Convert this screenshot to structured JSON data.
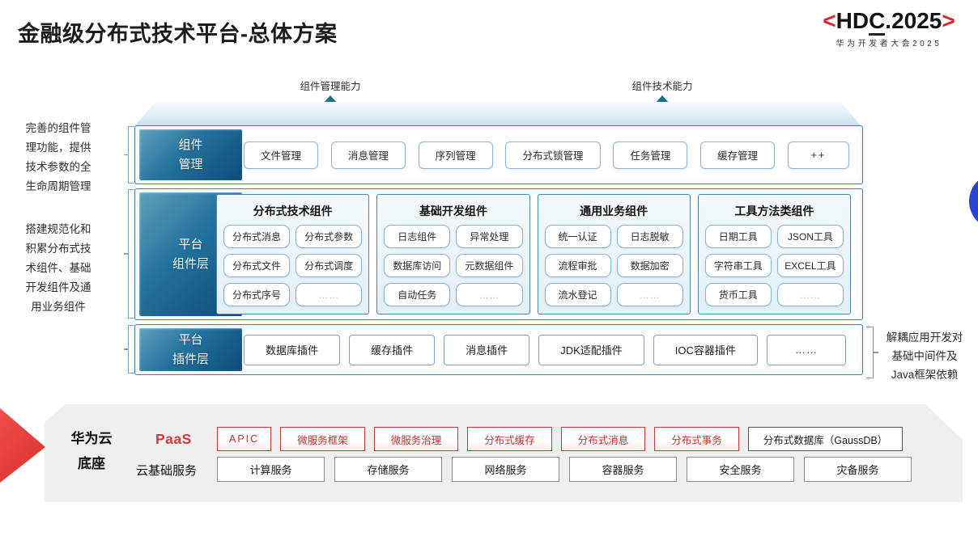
{
  "title": "金融级分布式技术平台-总体方案",
  "logo": {
    "left_bracket": "<",
    "part1": "HD",
    "part2": "C",
    "part3": ".2025",
    "right_bracket": ">",
    "subtitle": "华为开发者大会2025"
  },
  "arrows": [
    {
      "label": "组件管理能力"
    },
    {
      "label": "组件技术能力"
    }
  ],
  "left_notes": [
    "完善的组件管理功能，提供技术参数的全生命周期管理",
    "搭建规范化和积累分布式技术组件、基础开发组件及通用业务组件"
  ],
  "right_note": "解耦应用开发对基础中间件及Java框架依赖",
  "rows": {
    "mgmt": {
      "label_lines": [
        "组件",
        "管理"
      ],
      "items": [
        "文件管理",
        "消息管理",
        "序列管理",
        "分布式锁管理",
        "任务管理",
        "缓存管理",
        "++"
      ]
    },
    "components": {
      "label_lines": [
        "平台",
        "组件层"
      ],
      "groups": [
        {
          "title": "分布式技术组件",
          "items": [
            "分布式消息",
            "分布式参数",
            "分布式文件",
            "分布式调度",
            "分布式序号",
            "……"
          ]
        },
        {
          "title": "基础开发组件",
          "items": [
            "日志组件",
            "异常处理",
            "数据库访问",
            "元数据组件",
            "自动任务",
            "……"
          ]
        },
        {
          "title": "通用业务组件",
          "items": [
            "统一认证",
            "日志脱敏",
            "流程审批",
            "数据加密",
            "流水登记",
            "……"
          ]
        },
        {
          "title": "工具方法类组件",
          "items": [
            "日期工具",
            "JSON工具",
            "字符串工具",
            "EXCEL工具",
            "货币工具",
            "……"
          ]
        }
      ]
    },
    "plugins": {
      "label_lines": [
        "平台",
        "插件层"
      ],
      "items": [
        "数据库插件",
        "缓存插件",
        "消息插件",
        "JDK适配插件",
        "IOC容器插件",
        "……"
      ]
    }
  },
  "foundation": {
    "label_lines": [
      "华为云",
      "底座"
    ],
    "paas": {
      "label": "PaaS",
      "red_items": [
        "APIC",
        "微服务框架",
        "微服务治理",
        "分布式缓存",
        "分布式消息",
        "分布式事务"
      ],
      "dark_item": "分布式数据库（GaussDB）"
    },
    "cloud": {
      "label": "云基础服务",
      "items": [
        "计算服务",
        "存储服务",
        "网络服务",
        "容器服务",
        "安全服务",
        "灾备服务"
      ]
    }
  },
  "colors": {
    "accent_blue": "#23719d",
    "accent_red": "#d9262e",
    "arrow_teal": "#1d6d98",
    "circle_blue": "#2744d4",
    "slab_gray": "#efefef"
  }
}
